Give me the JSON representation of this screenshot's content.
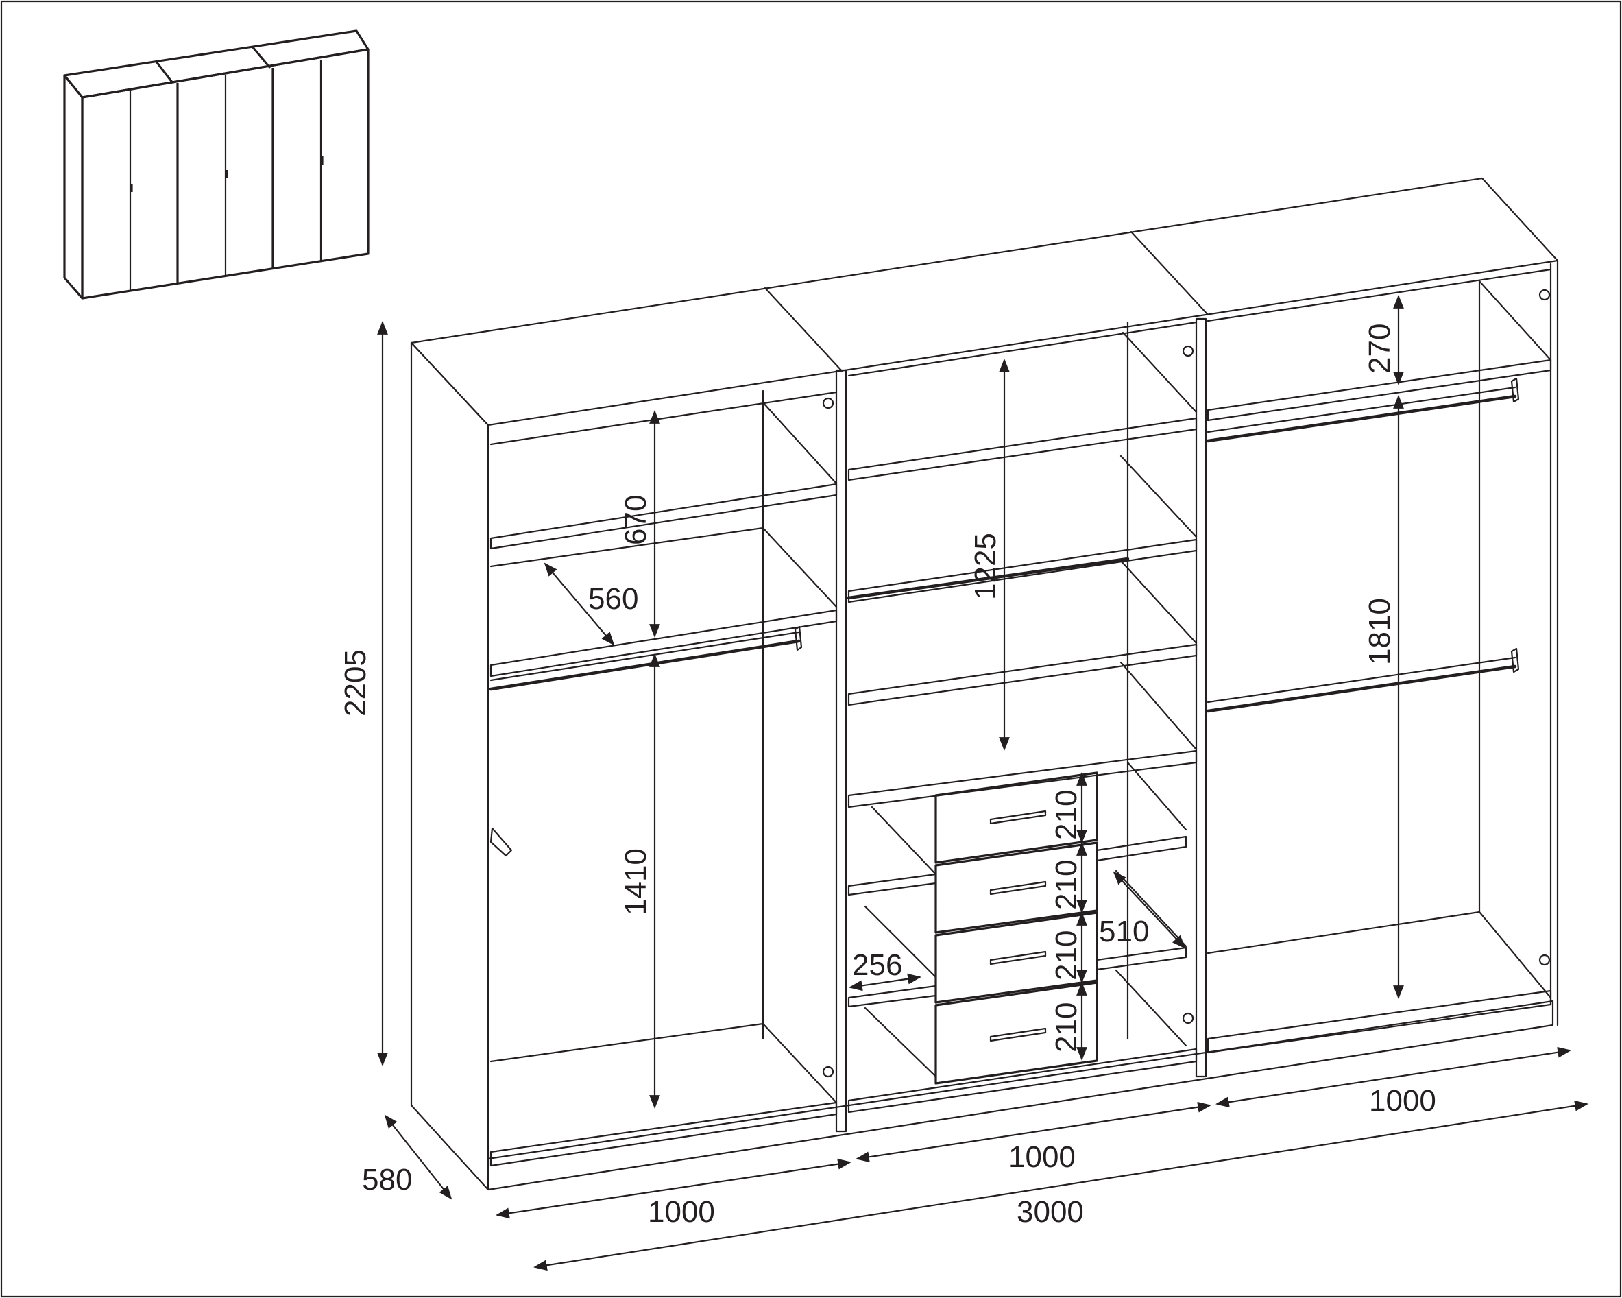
{
  "dimensions": {
    "height_total": "2205",
    "depth": "580",
    "width_total": "3000",
    "width_left": "1000",
    "width_middle": "1000",
    "width_right": "1000",
    "left_top_compartment": "670",
    "left_shelf_depth": "560",
    "left_hanging": "1410",
    "middle_upper": "1225",
    "drawer_1": "210",
    "drawer_2": "210",
    "drawer_3": "210",
    "drawer_4": "210",
    "side_shelf_width": "256",
    "side_shelf_depth": "510",
    "right_top_compartment": "270",
    "right_hanging": "1810"
  },
  "colors": {
    "line": "#231f20",
    "background": "#ffffff"
  }
}
